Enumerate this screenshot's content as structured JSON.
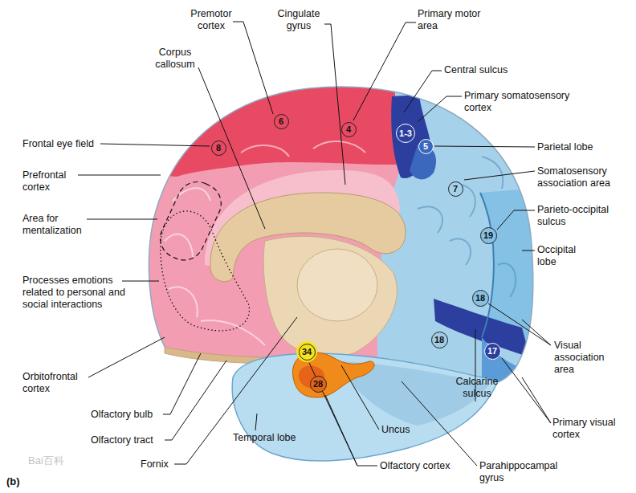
{
  "diagram": {
    "nodes": [
      {
        "text": [
          "6"
        ]
      },
      {
        "text": [
          "4"
        ]
      },
      {
        "text": [
          "8"
        ]
      },
      {
        "text": [
          "1-3"
        ]
      },
      {
        "text": [
          "5"
        ]
      },
      {
        "text": [
          "7"
        ]
      },
      {
        "text": [
          "19"
        ]
      },
      {
        "text": [
          "18"
        ]
      },
      {
        "text": [
          "18"
        ]
      },
      {
        "text": [
          "17"
        ]
      },
      {
        "text": [
          "34"
        ]
      },
      {
        "text": [
          "28"
        ]
      }
    ],
    "labels": [
      "Premotor cortex",
      "Corpus callosum",
      "Cingulate gyrus",
      "Primary motor area",
      "Central sulcus",
      "Primary somatosensory cortex",
      "Parietal lobe",
      "Somatosensory association area",
      "Parieto-occipital sulcus",
      "Occipital lobe",
      "Visual association area",
      "Primary visual cortex",
      "Calcarine sulcus",
      "Parahippocampal gyrus",
      "Olfactory cortex",
      "Uncus",
      "Temporal lobe",
      "Fornix",
      "Olfactory tract",
      "Olfactory bulb",
      "Orbitofrontal cortex",
      "Processes emotions related to personal and social interactions",
      "Area for mentalization",
      "Prefrontal cortex",
      "Frontal eye field",
      "(b)",
      "Bai百科"
    ]
  }
}
